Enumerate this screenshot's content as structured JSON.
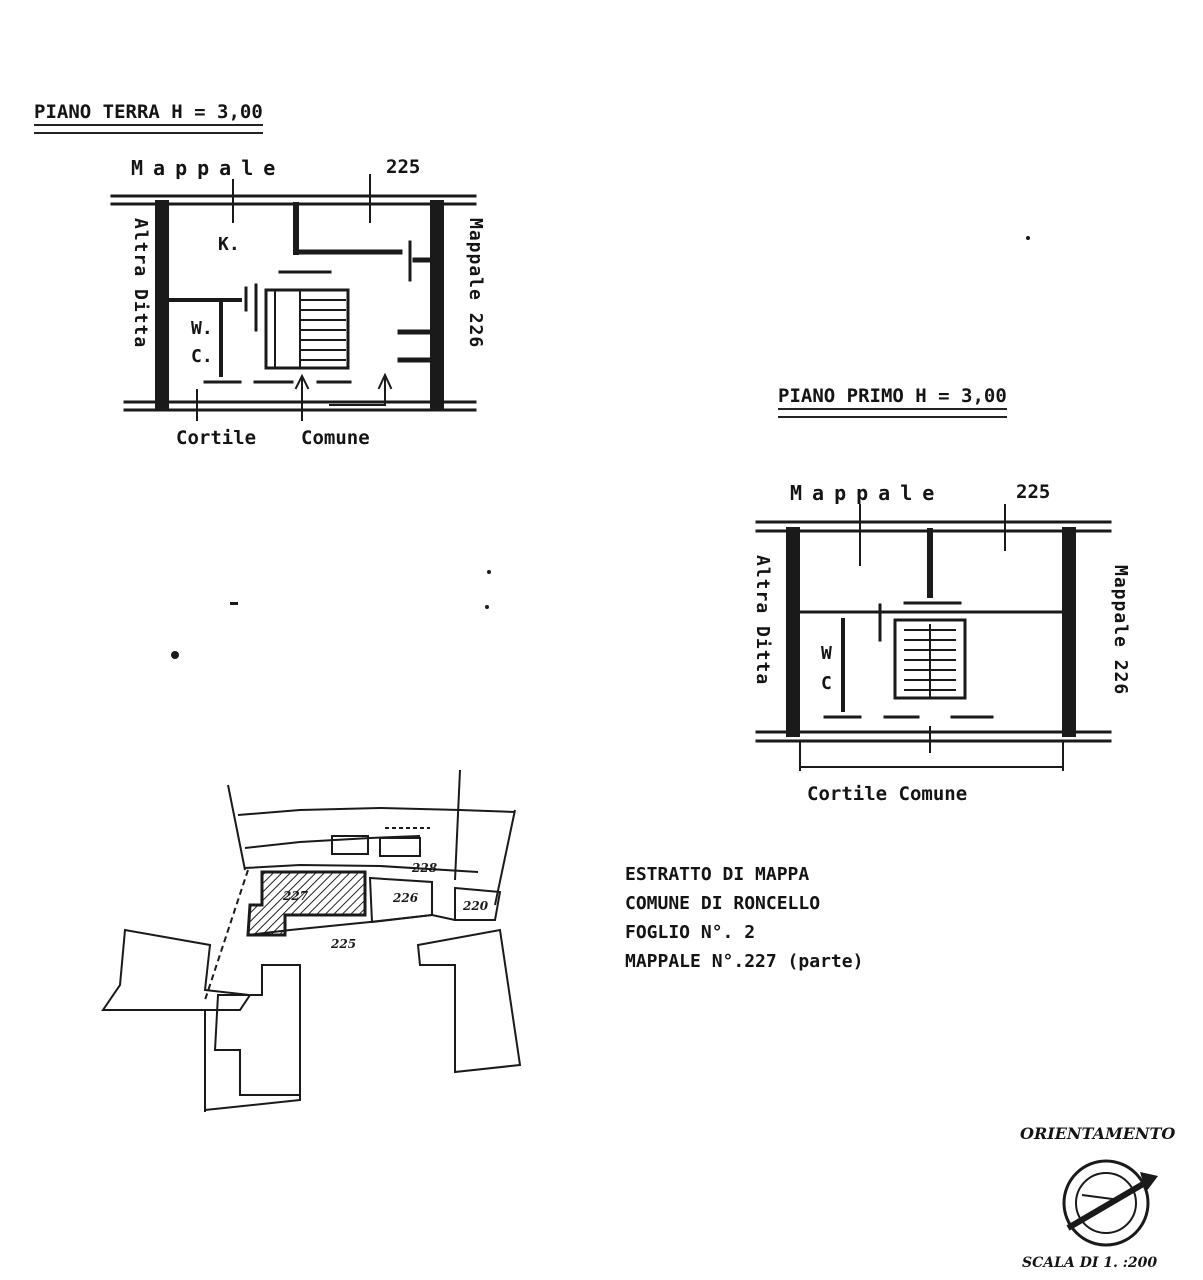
{
  "ground_floor": {
    "title": "PIANO TERRA H = 3,00",
    "top_label": "Mappale",
    "top_number": "225",
    "left_label": "Altra Ditta",
    "right_label": "Mappale 226",
    "kitchen": "K.",
    "wc_w": "W.",
    "wc_c": "C.",
    "bottom_left": "Cortile",
    "bottom_right": "Comune"
  },
  "first_floor": {
    "title": "PIANO  PRIMO H = 3,00",
    "top_label": "Mappale",
    "top_number": "225",
    "left_label": "Altra Ditta",
    "right_label": "Mappale 226",
    "wc_w": "W",
    "wc_c": "C",
    "bottom_label": "Cortile Comune"
  },
  "map_extract": {
    "line1": "ESTRATTO DI MAPPA",
    "line2": "COMUNE DI RONCELLO",
    "line3": "FOGLIO N°. 2",
    "line4": "MAPPALE N°.227 (parte)",
    "parcels": [
      "227",
      "226",
      "228",
      "220",
      "225"
    ]
  },
  "orientation": {
    "label": "ORIENTAMENTO",
    "scale": "SCALA DI 1. :200"
  }
}
